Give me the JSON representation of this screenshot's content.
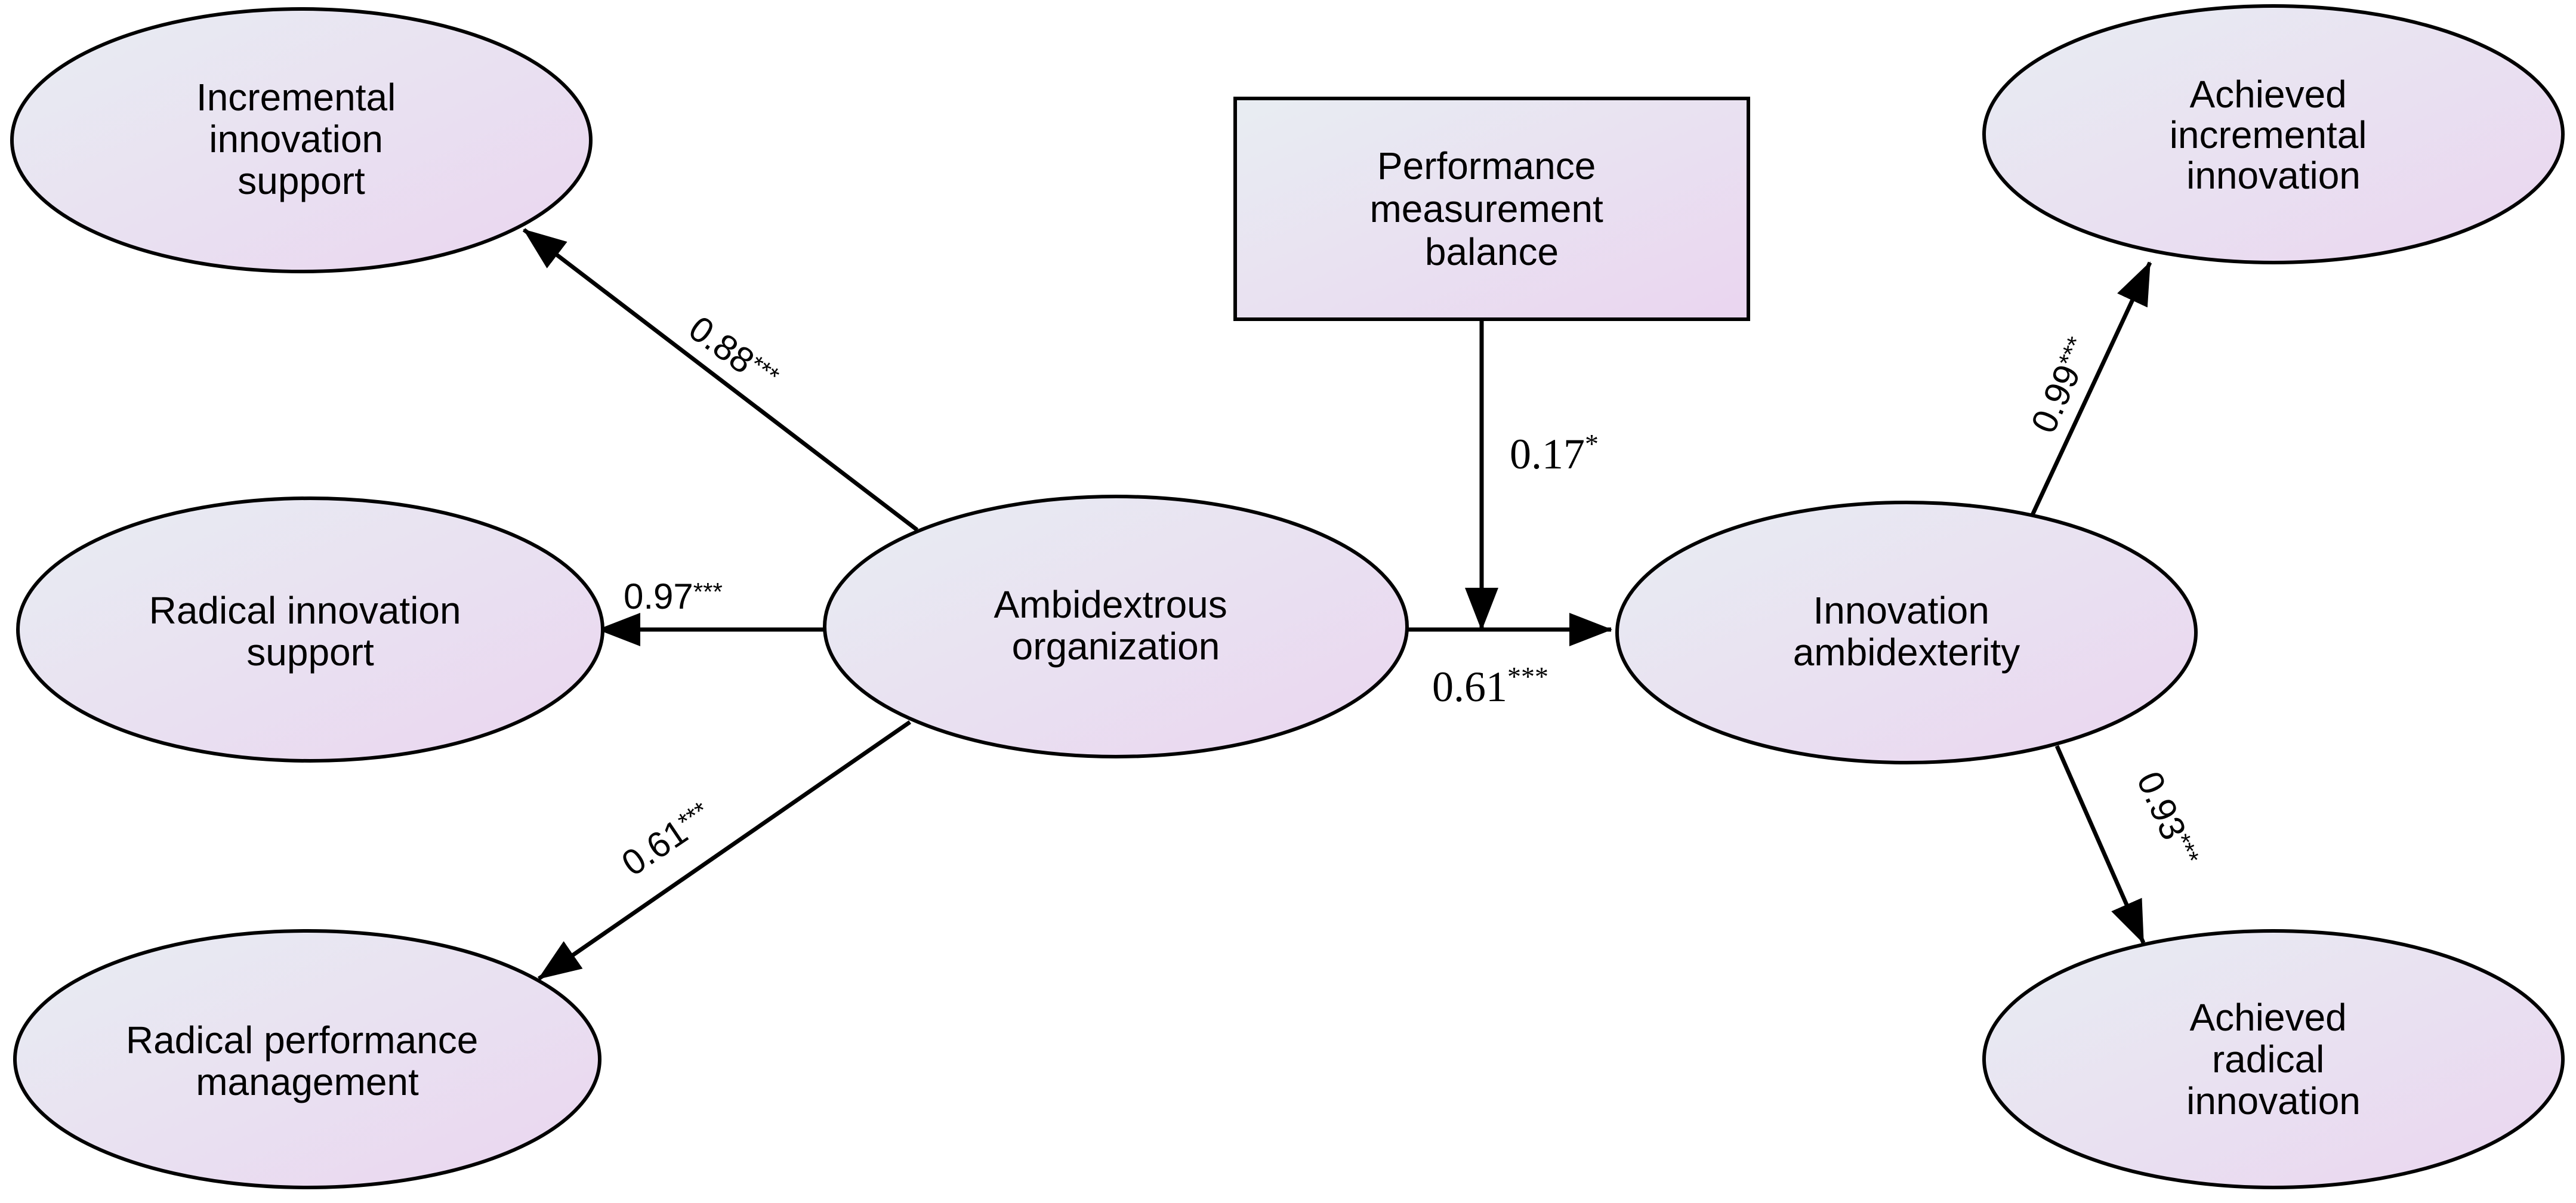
{
  "colors": {
    "node_fill_start": "#e8edf2",
    "node_fill_end": "#ead5f0",
    "stroke": "#000000",
    "background": "#ffffff"
  },
  "nodes": {
    "incremental_support": {
      "lines": [
        "Incremental",
        "innovation",
        "support"
      ]
    },
    "radical_support": {
      "lines": [
        "Radical innovation",
        "support"
      ]
    },
    "radical_performance": {
      "lines": [
        "Radical performance",
        "management"
      ]
    },
    "ambidextrous_org": {
      "lines": [
        "Ambidextrous",
        "organization"
      ]
    },
    "performance_balance": {
      "lines": [
        "Performance",
        "measurement",
        "balance"
      ]
    },
    "innovation_ambidexterity": {
      "lines": [
        "Innovation",
        "ambidexterity"
      ]
    },
    "achieved_incremental": {
      "lines": [
        "Achieved",
        "incremental",
        "innovation"
      ]
    },
    "achieved_radical": {
      "lines": [
        "Achieved",
        "radical",
        "innovation"
      ]
    }
  },
  "edges": {
    "to_incremental_support": {
      "value": "0.88",
      "sig": "***"
    },
    "to_radical_support": {
      "value": "0.97",
      "sig": "***"
    },
    "to_radical_performance": {
      "value": "0.61",
      "sig": "***"
    },
    "moderation": {
      "value": "0.17",
      "sig": "*"
    },
    "main_path": {
      "value": "0.61",
      "sig": "***"
    },
    "to_achieved_incremental": {
      "value": "0.99",
      "sig": "***"
    },
    "to_achieved_radical": {
      "value": "0.93",
      "sig": "***"
    }
  }
}
